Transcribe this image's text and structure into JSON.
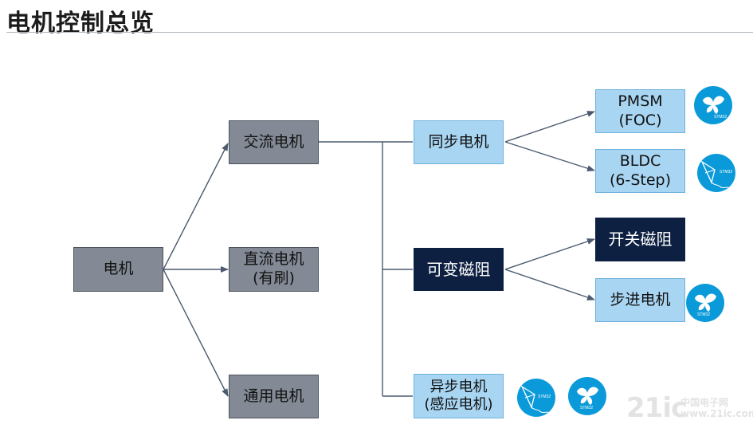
{
  "title": "电机控制总览",
  "nodes": {
    "motor": "电机",
    "ac_motor": "交流电机",
    "dc_motor": "直流电机\n(有刷)",
    "universal_motor": "通用电机",
    "sync_motor": "同步电机",
    "variable_reluctance": "可变磁阻",
    "async_motor": "异步电机\n(感应电机)",
    "pmsm": "PMSM\n(FOC)",
    "bldc": "BLDC\n(6-Step)",
    "switched_reluctance": "开关磁阻",
    "stepper_motor": "步进电机"
  },
  "badges": {
    "text": "STM32"
  },
  "watermark": {
    "main": "21ic",
    "sub1": "中国电子网",
    "sub2": "www.21ic.com"
  },
  "colors": {
    "gray": "#838a95",
    "blue": "#a8d5f2",
    "dark": "#0e2041",
    "line": "#4b5a6e",
    "badge": "#0b9ad9"
  }
}
